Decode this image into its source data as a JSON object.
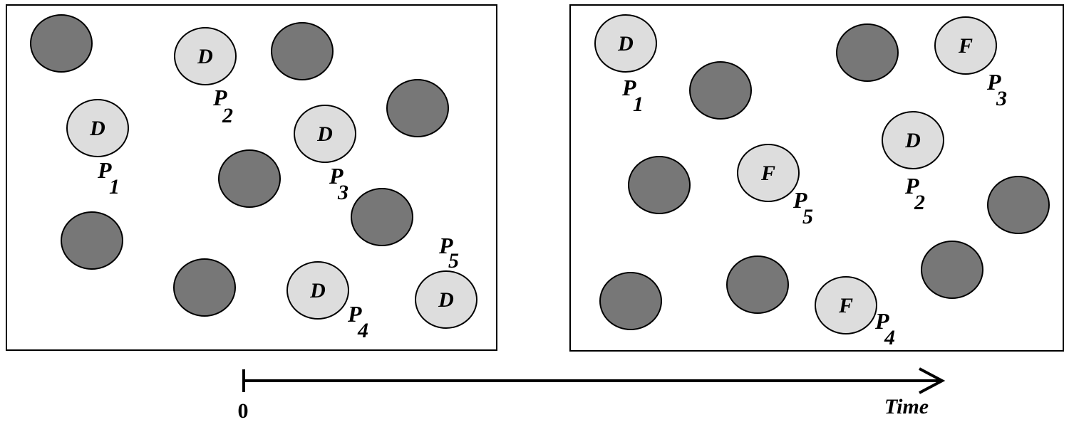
{
  "left_panel": {
    "particles": [
      {
        "letter": "D",
        "prefix": "P",
        "index": "1"
      },
      {
        "letter": "D",
        "prefix": "P",
        "index": "2"
      },
      {
        "letter": "D",
        "prefix": "P",
        "index": "3"
      },
      {
        "letter": "D",
        "prefix": "P",
        "index": "4"
      },
      {
        "letter": "D",
        "prefix": "P",
        "index": "5"
      }
    ]
  },
  "right_panel": {
    "particles": [
      {
        "letter": "D",
        "prefix": "P",
        "index": "1"
      },
      {
        "letter": "D",
        "prefix": "P",
        "index": "2"
      },
      {
        "letter": "F",
        "prefix": "P",
        "index": "3"
      },
      {
        "letter": "F",
        "prefix": "P",
        "index": "4"
      },
      {
        "letter": "F",
        "prefix": "P",
        "index": "5"
      }
    ]
  },
  "time_axis": {
    "origin_label": "0",
    "label": "Time"
  },
  "colors": {
    "dark_particle": "#777777",
    "light_particle": "#dddddd",
    "outline": "#000000"
  }
}
